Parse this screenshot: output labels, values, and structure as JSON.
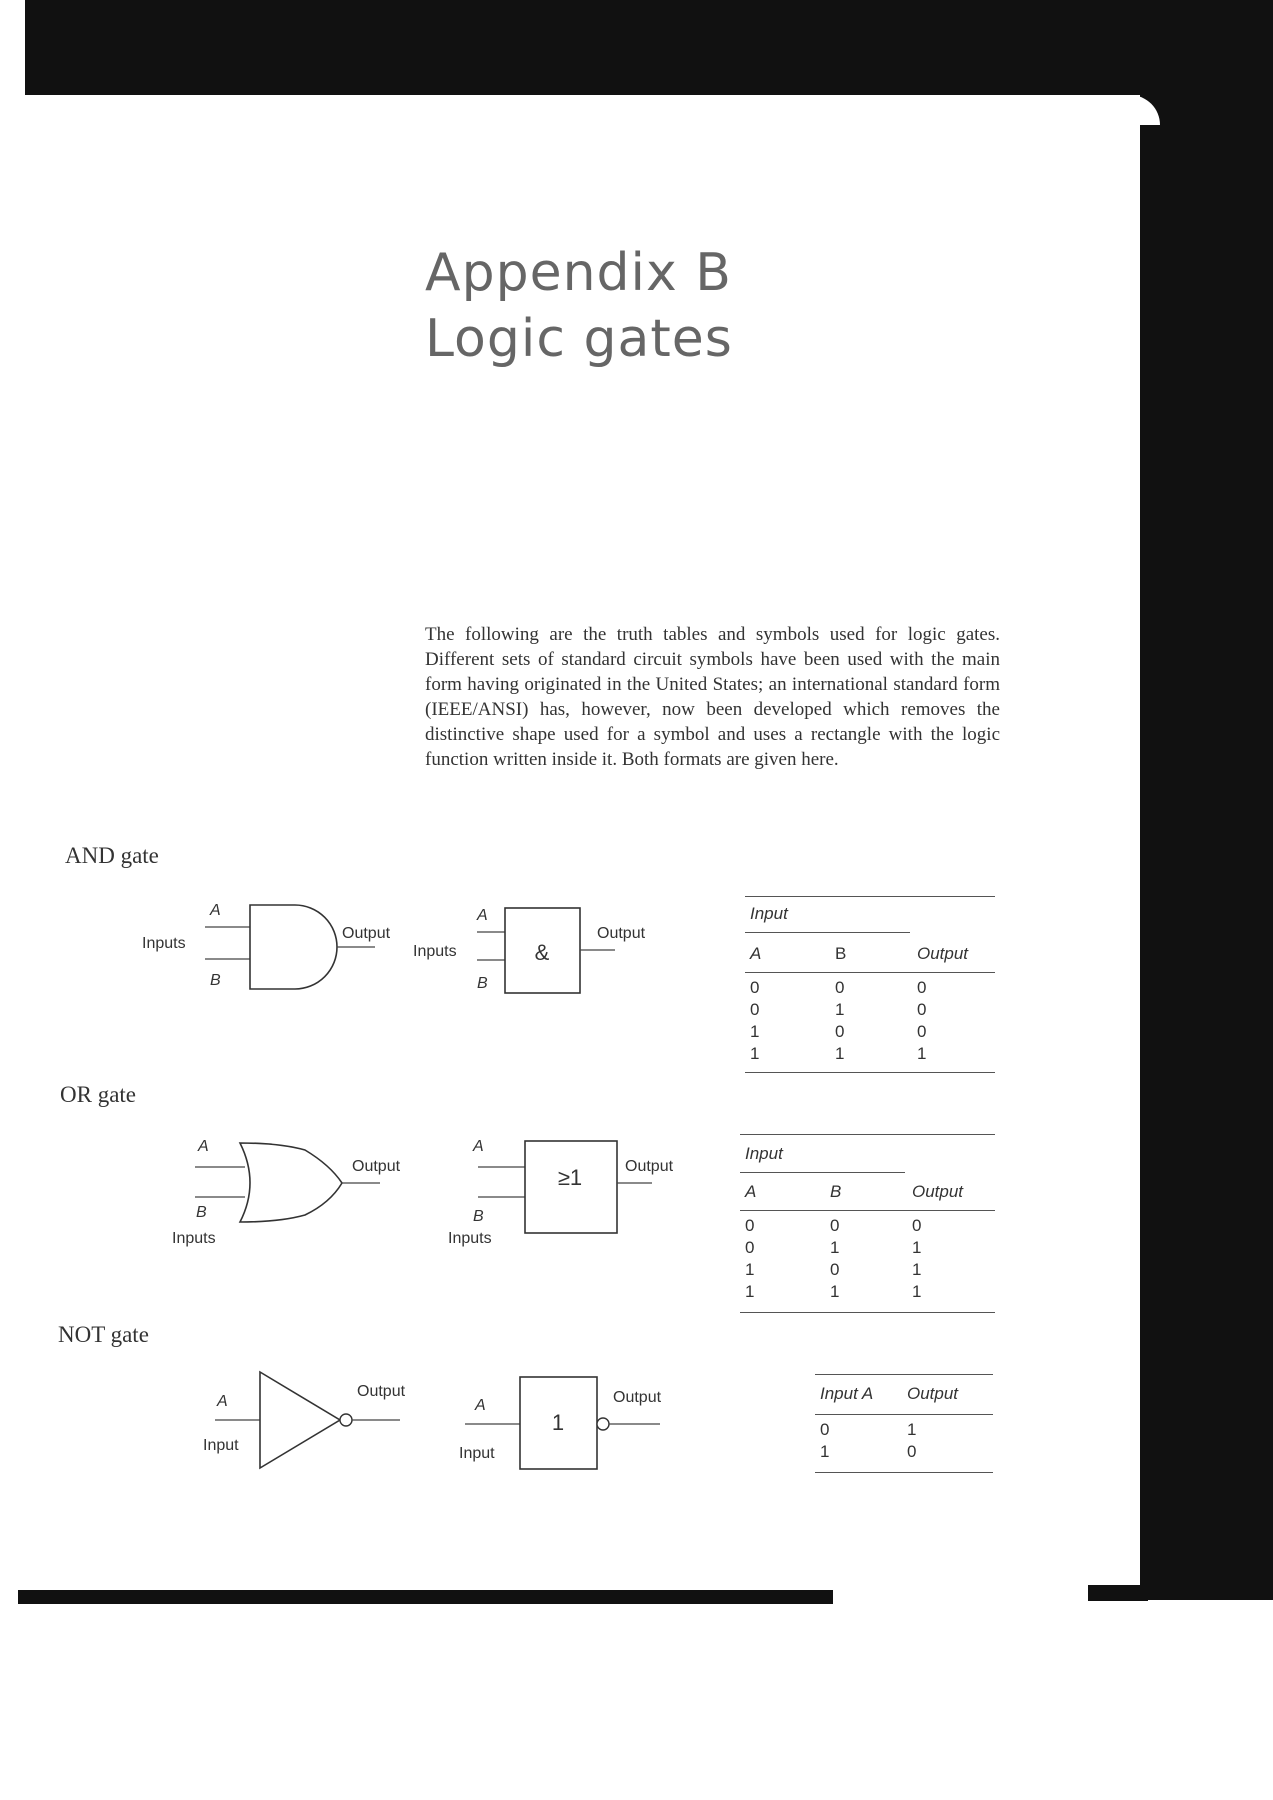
{
  "title": {
    "line1": "Appendix B",
    "line2": "Logic gates"
  },
  "intro": "The following are the truth tables and symbols used for logic gates. Different sets of standard circuit symbols have been used with the main form having originated in the United States; an international standard form (IEEE/ANSI) has, however, now been developed which removes the distinctive shape used for a symbol and uses a rectangle with the logic function written inside it. Both formats are given here.",
  "labels": {
    "A": "A",
    "B": "B",
    "inputs": "Inputs",
    "input": "Input",
    "output": "Output"
  },
  "and_gate": {
    "heading": "AND gate",
    "iec_symbol": "&",
    "table": {
      "group": "Input",
      "cols": [
        "A",
        "B",
        "Output"
      ],
      "rows": [
        [
          "0",
          "0",
          "0"
        ],
        [
          "0",
          "1",
          "0"
        ],
        [
          "1",
          "0",
          "0"
        ],
        [
          "1",
          "1",
          "1"
        ]
      ]
    }
  },
  "or_gate": {
    "heading": "OR gate",
    "iec_symbol": "≥1",
    "table": {
      "group": "Input",
      "cols": [
        "A",
        "B",
        "Output"
      ],
      "rows": [
        [
          "0",
          "0",
          "0"
        ],
        [
          "0",
          "1",
          "1"
        ],
        [
          "1",
          "0",
          "1"
        ],
        [
          "1",
          "1",
          "1"
        ]
      ]
    }
  },
  "not_gate": {
    "heading": "NOT gate",
    "iec_symbol": "1",
    "table": {
      "cols": [
        "Input A",
        "Output"
      ],
      "rows": [
        [
          "0",
          "1"
        ],
        [
          "1",
          "0"
        ]
      ]
    }
  }
}
